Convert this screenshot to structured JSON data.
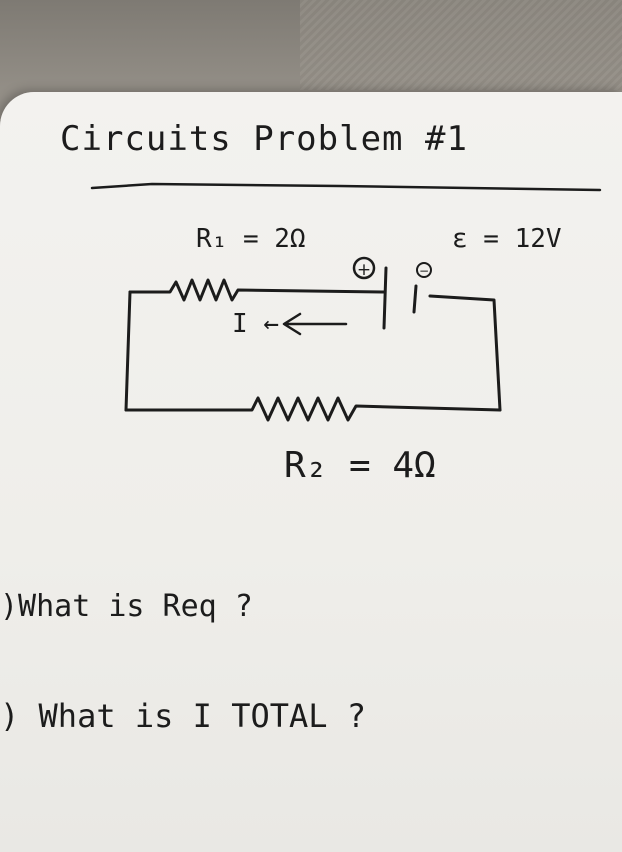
{
  "title": "Circuits Problem #1",
  "labels": {
    "r1": "R₁ = 2Ω",
    "emf": "ε = 12V",
    "current": "I ←",
    "r2": "R₂ = 4Ω"
  },
  "terminals": {
    "positive": "+",
    "negative": "−"
  },
  "questions": [
    {
      "text": ")What is Req ?"
    },
    {
      "text": ") What is I TOTAL ?"
    }
  ],
  "colors": {
    "ink": "#1c1c1c",
    "board": "#f1f0ed",
    "background": "#8c877f"
  }
}
